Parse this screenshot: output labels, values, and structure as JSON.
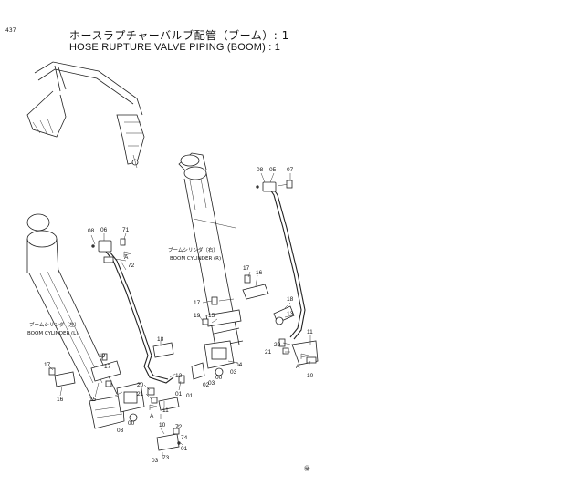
{
  "page": {
    "number": "437",
    "title_jp": "ホースラプチャーバルブ配管（ブーム）: 1",
    "title_en": "HOSE RUPTURE VALVE PIPING (BOOM) : 1",
    "mark": "㊙"
  },
  "captions": {
    "boom_right_jp": "ブームシリンダ（右）",
    "boom_right_en": "BOOM CYLINDER (R)",
    "boom_left_jp": "ブームシリンダ（左）",
    "boom_left_en": "BOOM CYLINDER (L)"
  },
  "callouts": {
    "c08a": "08",
    "c05": "05",
    "c07": "07",
    "c08b": "08",
    "c06": "06",
    "c71": "71",
    "cA1": "A",
    "c72a": "72",
    "c17a": "17",
    "c16a": "16",
    "c17b": "17",
    "c18a": "18",
    "c19a": "19",
    "c15a": "15",
    "c13": "13",
    "c11a": "11",
    "c20a": "20",
    "c21a": "21",
    "cA2": "A",
    "c10a": "10",
    "c18b": "18",
    "c12": "12",
    "c02": "02",
    "c01a": "01",
    "c04": "04",
    "c03a": "03",
    "c00a": "00",
    "c03b": "03",
    "c19b": "19",
    "c17c": "17",
    "c17d": "17",
    "c15b": "15",
    "c16b": "16",
    "c20b": "20",
    "c21b": "21",
    "c11b": "11",
    "c01b": "01",
    "c00b": "00",
    "c03c": "03",
    "cA3": "A",
    "c10b": "10",
    "c72b": "72",
    "c74": "74",
    "c01c": "01",
    "c73": "73",
    "c03d": "03"
  }
}
